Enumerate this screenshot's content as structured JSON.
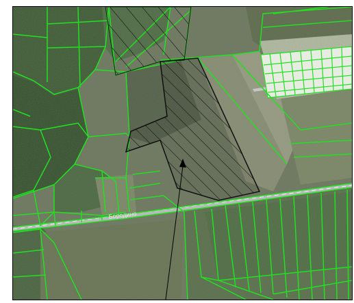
{
  "map": {
    "road_label": "Бородино",
    "colors": {
      "parcel_outline": "#22e022",
      "selected_outline": "#111111",
      "hatch": "#111111",
      "forest": "#3e5a34",
      "field_light": "#8f947a",
      "field_dark": "#5d6650",
      "road": "#b9b9b9",
      "callout_line": "#000000"
    },
    "layers": [
      "satellite-imagery",
      "cadastral-parcels",
      "highlighted-parcel",
      "callout"
    ]
  }
}
